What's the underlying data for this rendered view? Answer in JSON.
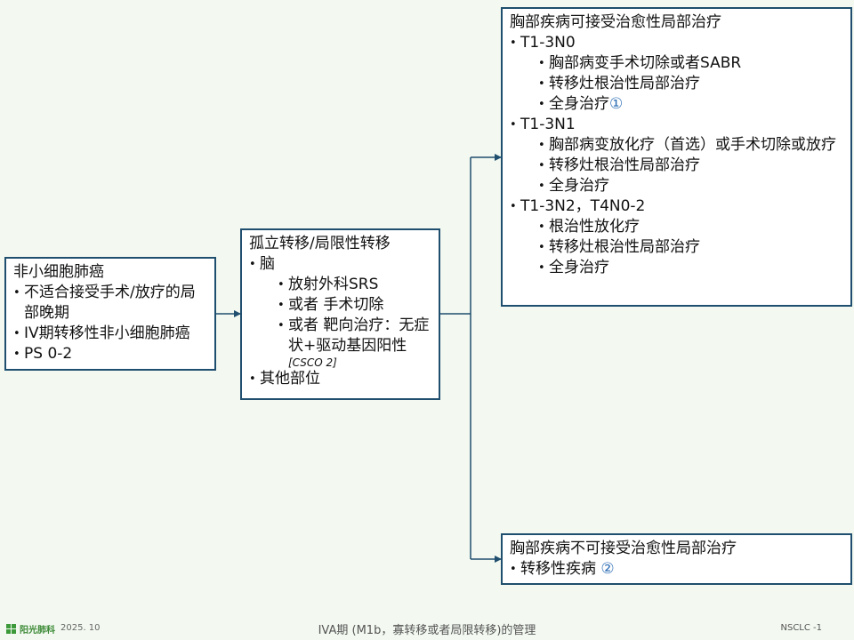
{
  "box1": {
    "title": "非小细胞肺癌",
    "items": [
      "不适合接受手术/放疗的局部晚期",
      "IV期转移性非小细胞肺癌",
      "PS 0-2"
    ]
  },
  "box2": {
    "title": "孤立转移/局限性转移",
    "brain": "脑",
    "brain_items": [
      "放射外科SRS",
      "或者 手术切除",
      "或者 靶向治疗：无症状+驱动基因阳性"
    ],
    "note": "[CSCO 2]",
    "other": "其他部位"
  },
  "box3": {
    "title": "胸部疾病可接受治愈性局部治疗",
    "groups": [
      {
        "label": "T1-3N0",
        "items": [
          "胸部病变手术切除或者SABR",
          "转移灶根治性局部治疗",
          "全身治疗"
        ]
      },
      {
        "label": "T1-3N1",
        "items": [
          "胸部病变放化疗（首选）或手术切除或放疗",
          "转移灶根治性局部治疗",
          "全身治疗"
        ]
      },
      {
        "label": "T1-3N2，T4N0-2",
        "items": [
          "根治性放化疗",
          "转移灶根治性局部治疗",
          "全身治疗"
        ]
      }
    ],
    "marker": "①"
  },
  "box4": {
    "title": "胸部疾病不可接受治愈性局部治疗",
    "item": "转移性疾病",
    "marker": "②"
  },
  "footer": {
    "brand": "阳光肺科",
    "date": "2025. 10",
    "title": "IVA期 (M1b，寡转移或者局限转移)的管理",
    "code": "NSCLC -1"
  },
  "colors": {
    "border": "#1f4e6e",
    "arrow": "#1f4e6e",
    "background": "#f3f9f1",
    "marker": "#2f6fb5"
  }
}
